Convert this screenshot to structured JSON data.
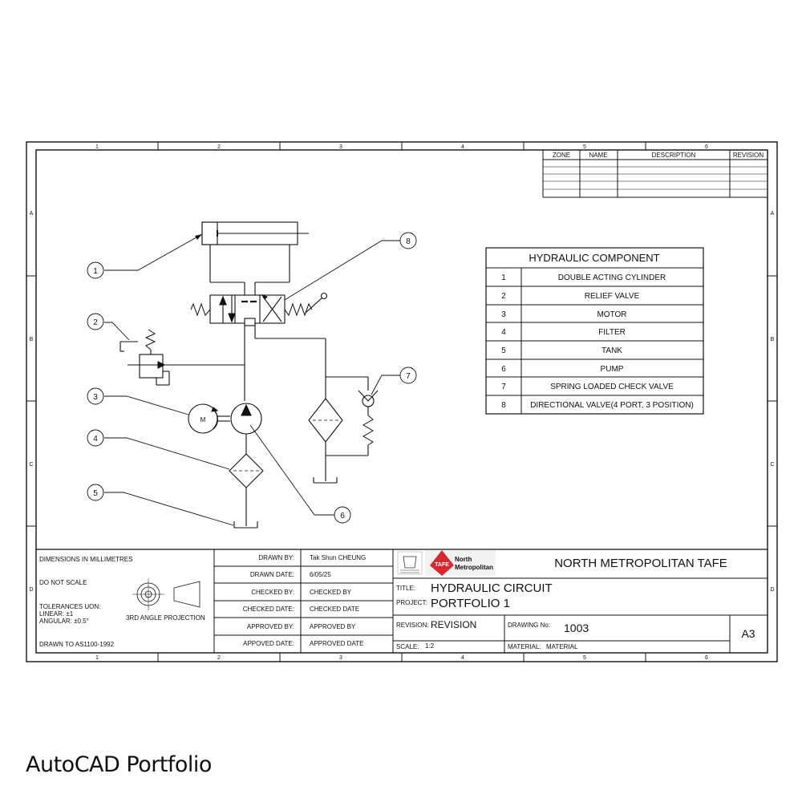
{
  "border": {
    "columns": [
      "1",
      "2",
      "3",
      "4",
      "5",
      "6"
    ],
    "rows": [
      "A",
      "B",
      "C",
      "D"
    ]
  },
  "revision_table": {
    "headers": [
      "ZONE",
      "NAME",
      "DESCRIPTION",
      "REVISION"
    ]
  },
  "components": {
    "title": "HYDRAULIC COMPONENT",
    "items": [
      {
        "no": "1",
        "name": "DOUBLE ACTING CYLINDER"
      },
      {
        "no": "2",
        "name": "RELIEF VALVE"
      },
      {
        "no": "3",
        "name": "MOTOR"
      },
      {
        "no": "4",
        "name": "FILTER"
      },
      {
        "no": "5",
        "name": "TANK"
      },
      {
        "no": "6",
        "name": "PUMP"
      },
      {
        "no": "7",
        "name": "SPRING LOADED CHECK VALVE"
      },
      {
        "no": "8",
        "name": "DIRECTIONAL VALVE(4 PORT, 3 POSITION)"
      }
    ]
  },
  "diagram": {
    "callouts": [
      "1",
      "2",
      "3",
      "4",
      "5",
      "6",
      "7",
      "8"
    ],
    "motor_label": "M"
  },
  "title_block": {
    "notes": {
      "dimensions": "DIMENSIONS IN MILLIMETRES",
      "scale_note": "DO NOT SCALE",
      "tolerances": "TOLERANCES UON:",
      "linear": "LINEAR: ±1",
      "angular": "ANGULAR: ±0.5°",
      "projection": "3RD ANGLE PROJECTION",
      "standard": "DRAWN TO AS1100-1992"
    },
    "signoff": [
      {
        "label": "DRAWN BY:",
        "value": "Tak Shun CHEUNG"
      },
      {
        "label": "DRAWN DATE:",
        "value": "6/05/25"
      },
      {
        "label": "CHECKED BY:",
        "value": "CHECKED BY"
      },
      {
        "label": "CHECKED DATE:",
        "value": "CHECKED DATE"
      },
      {
        "label": "APPROVED BY:",
        "value": "APPROVED BY"
      },
      {
        "label": "APPOVED DATE:",
        "value": "APPROVED DATE"
      }
    ],
    "logo": {
      "line1": "North",
      "line2": "Metropolitan",
      "badge": "TAFE"
    },
    "organisation": "NORTH METROPOLITAN TAFE",
    "title_label": "TITLE:",
    "title": "HYDRAULIC CIRCUIT",
    "project_label": "PROJECT:",
    "project": "PORTFOLIO 1",
    "revision_label": "REVISION:",
    "revision": "REVISION",
    "drawing_no_label": "DRAWING No:",
    "drawing_no": "1003",
    "sheet_size": "A3",
    "scale_label": "SCALE:",
    "scale": "1:2",
    "material_label": "MATERIAL:",
    "material": "MATERIAL"
  },
  "caption": "AutoCAD Portfolio",
  "colors": {
    "line": "#111111",
    "logo_red": "#d7282f",
    "background": "#ffffff"
  }
}
